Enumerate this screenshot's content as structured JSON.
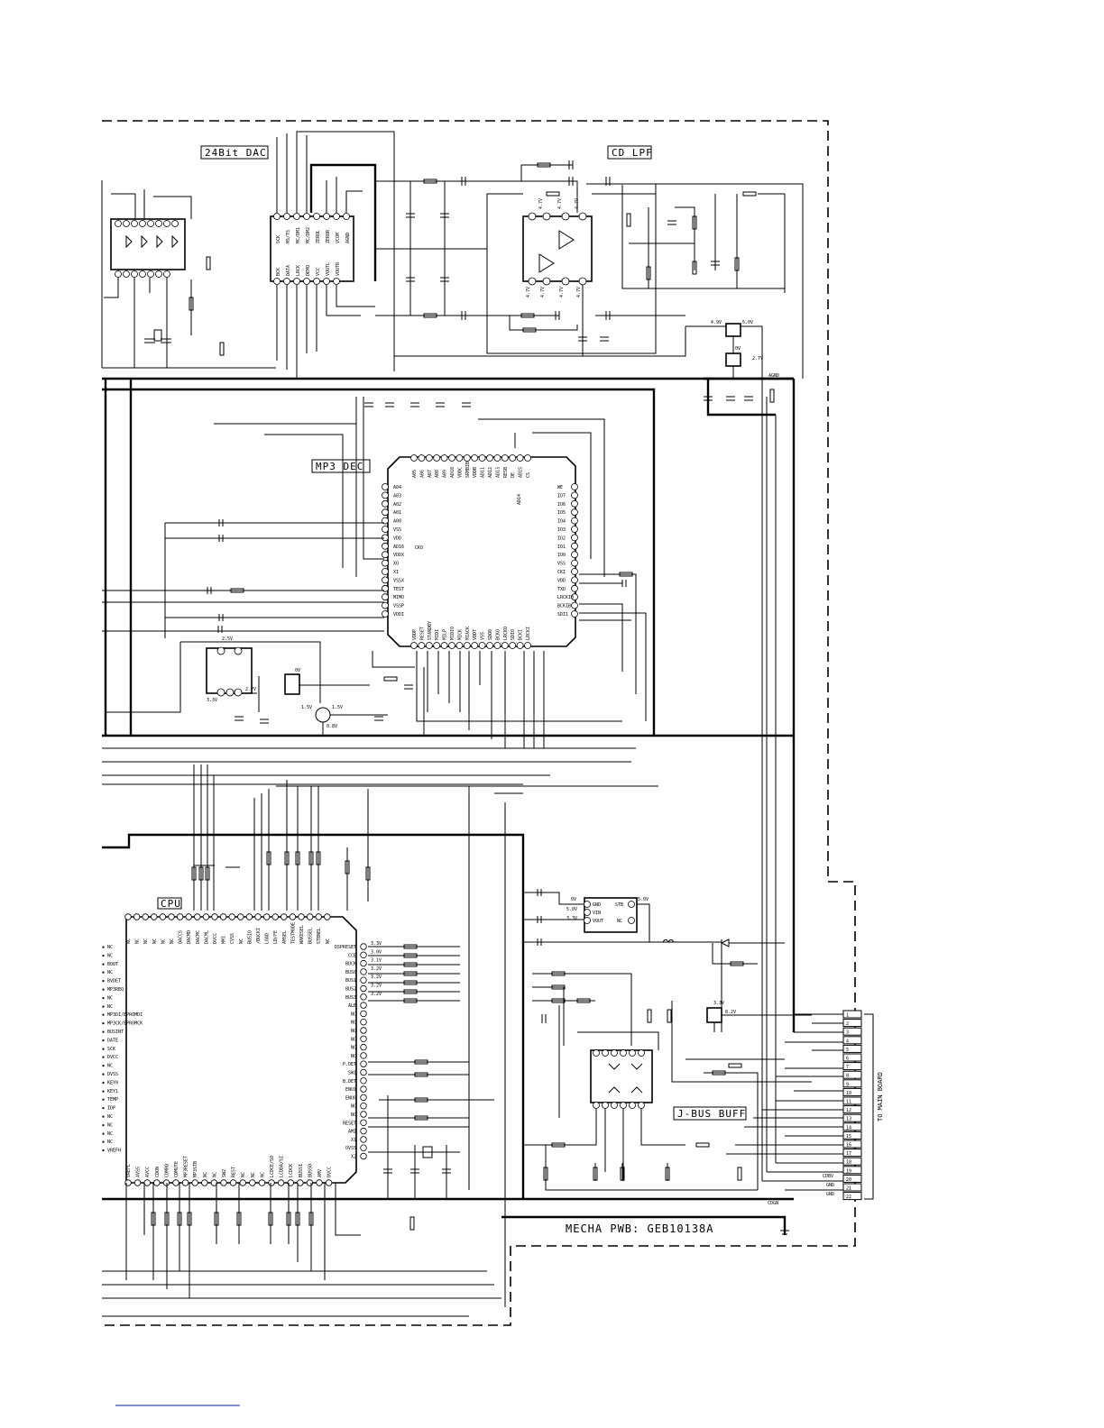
{
  "blocks": {
    "dac": "24Bit DAC",
    "lpf": "CD LPF",
    "mp3": "MP3 DEC",
    "cpu": "CPU",
    "jbus": "J-BUS BUFF"
  },
  "board_title": "MECHA PWB: GEB10138A",
  "side_label": "TO MAIN BOARD",
  "nets": {
    "agnd": "AGND",
    "cdbv": "CDBV",
    "gnd1": "GND",
    "gnd2": "GND",
    "cdgn": "CDGN"
  },
  "connector": {
    "pins": [
      "1",
      "2",
      "3",
      "4",
      "5",
      "6",
      "7",
      "8",
      "9",
      "10",
      "11",
      "12",
      "13",
      "14",
      "15",
      "16",
      "17",
      "18",
      "19",
      "20",
      "21",
      "22"
    ]
  },
  "dac_pins": {
    "top": [
      "SCK",
      "MS/TS",
      "MC/DM1",
      "MC/DM2",
      "ZEROL",
      "ZEROR",
      "VCOM",
      "AGND"
    ],
    "bottom": [
      "BCK",
      "DATA",
      "LRCK",
      "DEMO",
      "VCC",
      "VOUTL",
      "VOUTR"
    ]
  },
  "mp3_left_pins": [
    "A04",
    "A03",
    "A02",
    "A01",
    "A00",
    "VSS",
    "VDD",
    "AD16",
    "VDDX",
    "XO",
    "XI",
    "VSSX",
    "TEST",
    "MIMO",
    "VSSP",
    "VDDI"
  ],
  "mp3_right_pins": [
    "WE",
    "IO7",
    "IO6",
    "IO5",
    "IO4",
    "IO3",
    "IO2",
    "IO1",
    "IO0",
    "VSS",
    "CKI",
    "VDD",
    "TXD",
    "LRCKIB",
    "BCKIB",
    "SDI1"
  ],
  "mp3_top_pins": [
    "A05",
    "A06",
    "A07",
    "A08",
    "A09",
    "AD10",
    "VDDC",
    "SRMBIB",
    "VDDB",
    "AD11",
    "AD12",
    "AD13",
    "RESB",
    "OE",
    "AD15",
    "CS"
  ],
  "mp3_bottom_pins": [
    "VDDP",
    "RESET",
    "STANDBY",
    "MIDI",
    "MILP",
    "MIDIO",
    "MICK",
    "MIACK",
    "VDDT",
    "VSS",
    "SDO0",
    "BCKO",
    "LRCKO",
    "SDIO",
    "BCKI",
    "LRCKI"
  ],
  "mp3_inner": [
    "CKO",
    "AD14"
  ],
  "cpu_left_pins": [
    "NC",
    "NC",
    "BOOT",
    "NC",
    "BVDET",
    "MP3REQ",
    "NC",
    "NC",
    "MP3DI/EPROMDI",
    "MP3CK/EPROMCK",
    "BUSINT",
    "DATE",
    "SCK",
    "DVCC",
    "NC",
    "DVSS",
    "KEY0",
    "KEY1",
    "TEMP",
    "IDP",
    "NC",
    "NC",
    "NC",
    "NC",
    "VREFH"
  ],
  "cpu_right_pins": [
    "DSPRESET",
    "CCE",
    "BUCK",
    "BUS0",
    "BUS1",
    "BUS2",
    "BUS3",
    "ALE",
    "NC",
    "NC",
    "NC",
    "NC",
    "NC",
    "NC",
    "P.DET",
    "SW1",
    "B.DET",
    "ENU1",
    "ENU0",
    "NC",
    "NC",
    "RESET",
    "AMI",
    "X1",
    "OVSS",
    "X2"
  ],
  "cpu_top_pins": [
    "NC",
    "NC",
    "NC",
    "NC",
    "NC",
    "NC",
    "DACCS",
    "DACMD",
    "DACMC",
    "DACML",
    "DVCC",
    "MMI",
    "CVSS",
    "NC",
    "BUSIO",
    "/BUCKI",
    "LOAD",
    "LD/FE",
    "AMSEL",
    "TESTMODE",
    "WAKESEL",
    "BUSSEL",
    "STBNEL",
    "NC"
  ],
  "cpu_bottom_pins": [
    "VREFL",
    "AVSS",
    "AVCC",
    "CDON",
    "CDMRQ",
    "CDMUTE",
    "MP3RESET",
    "MP3STB",
    "NC",
    "NC",
    "SW2",
    "REST",
    "NC",
    "NC",
    "NC",
    "LCDCE/SO",
    "LCDDA/SI",
    "LCDCK",
    "BUSSI",
    "BUSSO",
    "AMV",
    "DVCC"
  ],
  "cpu_right_voltages": [
    "3.3V",
    "3.0V",
    "3.1V",
    "3.2V",
    "3.2V",
    "3.2V",
    "3.2V"
  ],
  "reg_pins": [
    "GND",
    "VIN",
    "VOUT",
    "STB",
    "NC"
  ],
  "reg_voltages": [
    "0V",
    "5.0V",
    "3.3V",
    "5.0V"
  ],
  "lpf_voltages_top": [
    "4.7V",
    "4.7V",
    "4.7V"
  ],
  "lpf_voltages_bot": [
    "4.7V",
    "4.7V",
    "4.7V",
    "4.7V"
  ],
  "misc_voltages": [
    "4.9V",
    "5.0V",
    "0V",
    "2.7V",
    "8.2V",
    "0V",
    "2.5V",
    "1.5V",
    "1.5V",
    "0.8V",
    "2.7V",
    "3.3V",
    "3.3V"
  ]
}
